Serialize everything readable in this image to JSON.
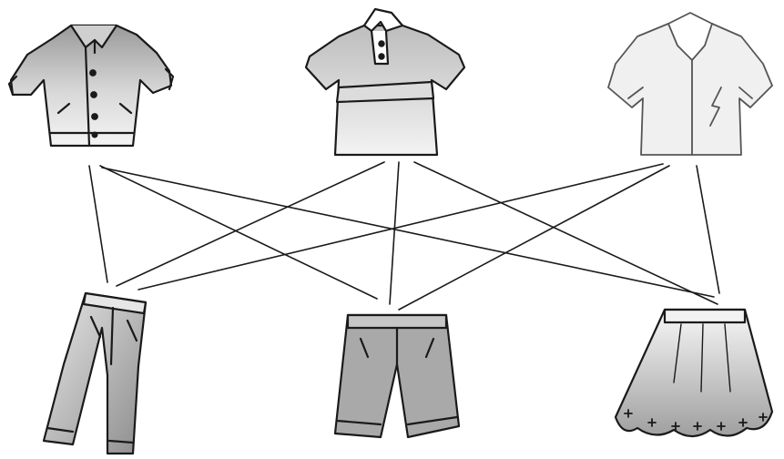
{
  "diagram": {
    "tops": [
      {
        "id": "jacket",
        "icon": "jacket-icon"
      },
      {
        "id": "polo-shirt",
        "icon": "polo-shirt-icon"
      },
      {
        "id": "blouse",
        "icon": "blouse-icon"
      }
    ],
    "bottoms": [
      {
        "id": "trousers",
        "icon": "trousers-icon"
      },
      {
        "id": "shorts",
        "icon": "shorts-icon"
      },
      {
        "id": "skirt",
        "icon": "skirt-icon"
      }
    ],
    "connections": [
      {
        "from": "jacket",
        "to": "trousers"
      },
      {
        "from": "jacket",
        "to": "shorts"
      },
      {
        "from": "jacket",
        "to": "skirt"
      },
      {
        "from": "polo-shirt",
        "to": "trousers"
      },
      {
        "from": "polo-shirt",
        "to": "shorts"
      },
      {
        "from": "polo-shirt",
        "to": "skirt"
      },
      {
        "from": "blouse",
        "to": "trousers"
      },
      {
        "from": "blouse",
        "to": "shorts"
      },
      {
        "from": "blouse",
        "to": "skirt"
      }
    ],
    "colors": {
      "outline": "#1a1a1a",
      "fill_light": "#eeeeee",
      "fill_dark": "#a6a6a6",
      "line": "#1a1a1a"
    }
  }
}
